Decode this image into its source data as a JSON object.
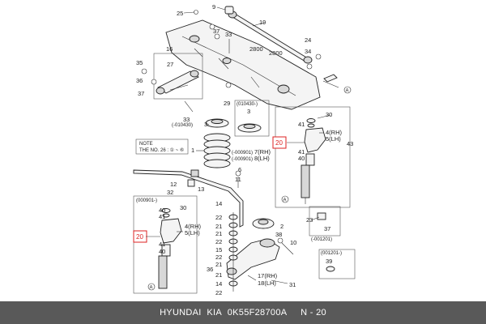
{
  "footer": {
    "brand": "HYUNDAI  KIA",
    "part_number": "0K55F28700A",
    "page": "N - 20",
    "separator": " - "
  },
  "note": {
    "title": "NOTE",
    "body": "THE NO. 26 : ① ~ ⑥"
  },
  "date_codes": {
    "upper_left": "(010430-)",
    "upper_left_minus": "(-010430)",
    "right_box": "(-000901)",
    "right_box2": "(-000901)",
    "left_box": "(000901-)",
    "lower_right_a": "(-001201)",
    "lower_right_b": "(001201-)"
  },
  "highlight": {
    "label": "20",
    "color": "#dd2222"
  },
  "callouts": {
    "c9": "9",
    "c19": "19",
    "c25": "25",
    "c37a": "37",
    "c33a": "33",
    "c2800a": "2800",
    "c24": "24",
    "c34": "34",
    "c16": "16",
    "c35": "35",
    "c27": "27",
    "c36a": "36",
    "c37b": "37",
    "c33b": "33",
    "c29": "29",
    "c3a": "3",
    "c3b": "3",
    "c1": "1",
    "c30a": "30",
    "c41a": "41",
    "c4rh": "4(RH)",
    "c5lh": "5(LH)",
    "c7rh": "7(RH)",
    "c8lh": "8(LH)",
    "c41b": "41",
    "c40a": "40",
    "c43": "43",
    "c6": "6",
    "c11": "11",
    "c12": "12",
    "c13": "13",
    "c32": "32",
    "c14a": "14",
    "c22a": "22",
    "c21a": "21",
    "c21b": "21",
    "c22b": "22",
    "c15": "15",
    "c22c": "22",
    "c21c": "21",
    "c36b": "36",
    "c21d": "21",
    "c14b": "14",
    "c22d": "22",
    "c2": "2",
    "c38": "38",
    "c10": "10",
    "c23": "23",
    "c37c": "37",
    "c31": "31",
    "c39": "39",
    "c17rh": "17(RH)",
    "c18lh": "18(LH)",
    "c40b": "40",
    "c41c": "41",
    "c30b": "30",
    "c4rh2": "4(RH)",
    "c5lh2": "5(LH)",
    "c41d": "41",
    "c40c": "40",
    "c2800b": "2800"
  },
  "markers": {
    "a": "A"
  }
}
